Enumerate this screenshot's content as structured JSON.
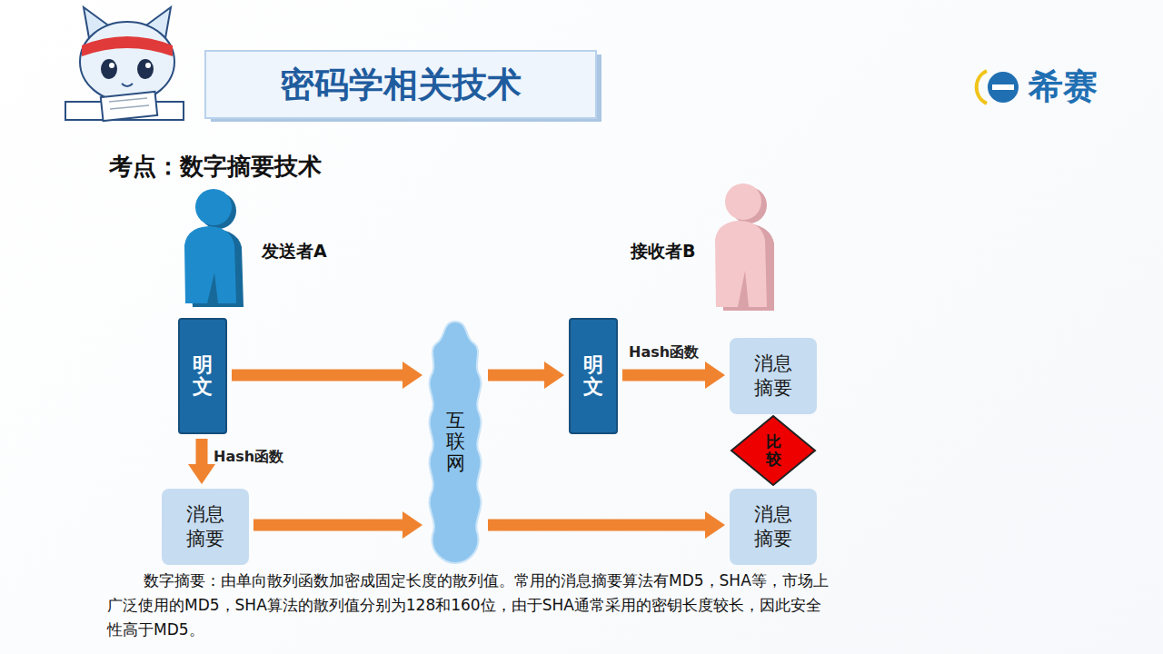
{
  "diagram": {
    "title": "密码学相关技术",
    "caption": "数字摘要：由单向散列函数加密成固定长度的散列值。常用的消息摘要算法有MD5，SHA等，市场上广泛使用的MD5，SHA算法的散列值分别为128和160位，由于SHA通常采用的密钥长度较长，因此安全性高于MD5。",
    "nodes": [
      {
        "text": [
          "明文"
        ]
      },
      {
        "text": [
          "互联网"
        ]
      },
      {
        "text": [
          "明文"
        ]
      },
      {
        "text": [
          "消息摘要"
        ]
      },
      {
        "text": [
          "比较"
        ]
      },
      {
        "text": [
          "消息摘要"
        ]
      },
      {
        "text": [
          "消息摘要"
        ]
      }
    ],
    "edges": [
      {
        "from": 0,
        "to": 1,
        "arrow": "to"
      },
      {
        "from": 1,
        "to": 2,
        "arrow": "to"
      },
      {
        "from": 2,
        "to": 3,
        "label": "Hash函数",
        "arrow": "to"
      },
      {
        "from": 0,
        "to": 5,
        "label": "Hash函数",
        "arrow": "to"
      },
      {
        "from": 5,
        "to": 1,
        "arrow": "to"
      },
      {
        "from": 1,
        "to": 6,
        "arrow": "to"
      }
    ],
    "labels": [
      "希赛",
      "考点：数字摘要技术",
      "发送者A",
      "接收者B"
    ]
  }
}
